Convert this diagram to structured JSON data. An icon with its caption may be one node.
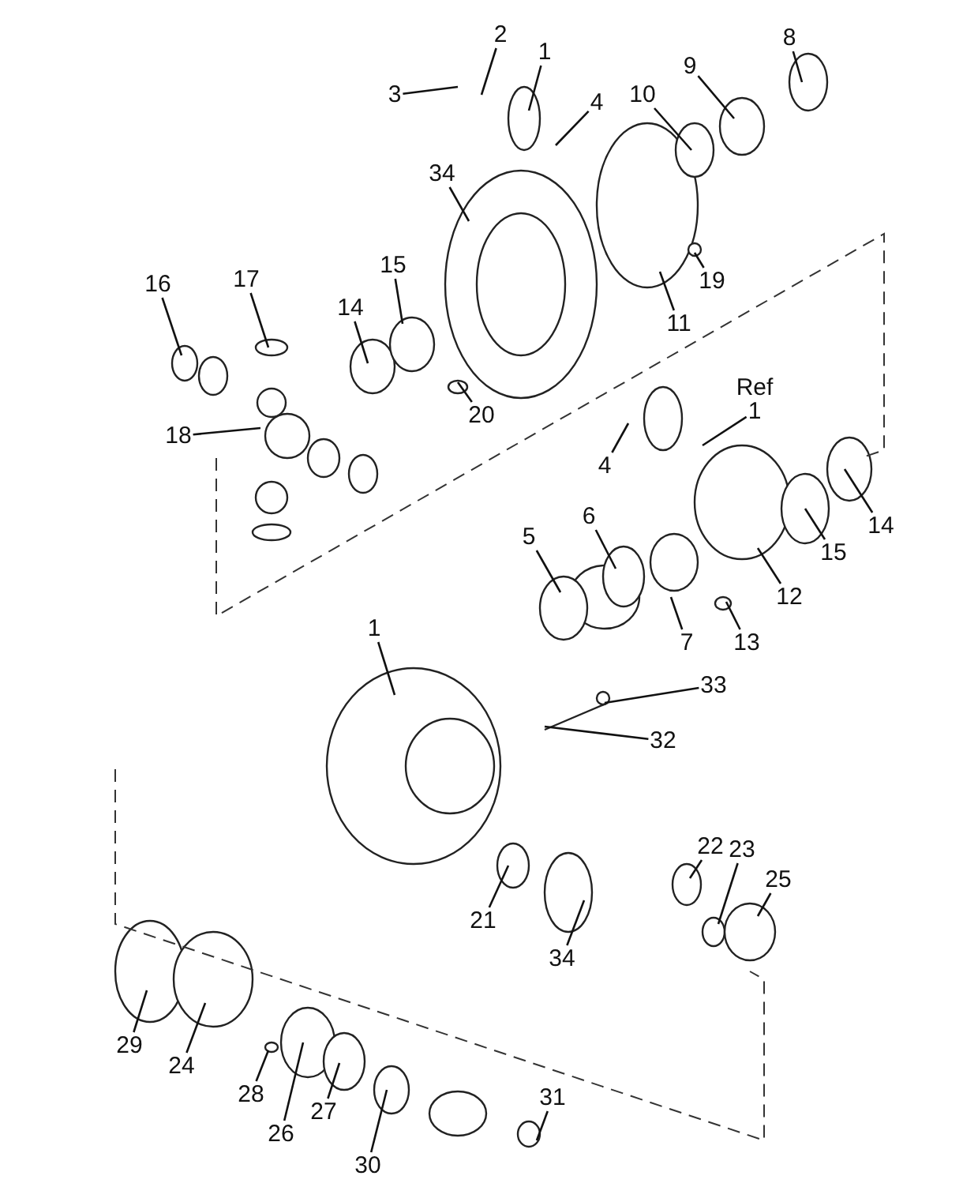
{
  "diagram": {
    "nodes": [
      {
        "text": [
          "3"
        ]
      },
      {
        "text": [
          "2"
        ]
      },
      {
        "text": [
          "1"
        ]
      },
      {
        "text": [
          "4"
        ]
      },
      {
        "text": [
          "10"
        ]
      },
      {
        "text": [
          "9"
        ]
      },
      {
        "text": [
          "8"
        ]
      },
      {
        "text": [
          "34"
        ]
      },
      {
        "text": [
          "16"
        ]
      },
      {
        "text": [
          "17"
        ]
      },
      {
        "text": [
          "14"
        ]
      },
      {
        "text": [
          "15"
        ]
      },
      {
        "text": [
          "19"
        ]
      },
      {
        "text": [
          "11"
        ]
      },
      {
        "text": [
          "18"
        ]
      },
      {
        "text": [
          "20"
        ]
      },
      {
        "text": [
          "1"
        ],
        "beside": [
          "Ref"
        ]
      },
      {
        "text": [
          "4"
        ]
      },
      {
        "text": [
          "14"
        ]
      },
      {
        "text": [
          "15"
        ]
      },
      {
        "text": [
          "12"
        ]
      },
      {
        "text": [
          "5"
        ]
      },
      {
        "text": [
          "6"
        ]
      },
      {
        "text": [
          "7"
        ]
      },
      {
        "text": [
          "13"
        ]
      },
      {
        "text": [
          "1"
        ]
      },
      {
        "text": [
          "33"
        ]
      },
      {
        "text": [
          "32"
        ]
      },
      {
        "text": [
          "21"
        ]
      },
      {
        "text": [
          "34"
        ]
      },
      {
        "text": [
          "22"
        ]
      },
      {
        "text": [
          "23"
        ]
      },
      {
        "text": [
          "25"
        ]
      },
      {
        "text": [
          "29"
        ]
      },
      {
        "text": [
          "24"
        ]
      },
      {
        "text": [
          "28"
        ]
      },
      {
        "text": [
          "26"
        ]
      },
      {
        "text": [
          "27"
        ]
      },
      {
        "text": [
          "30"
        ]
      },
      {
        "text": [
          "31"
        ]
      }
    ],
    "edges": [
      {
        "from": 0,
        "to": null,
        "arrow": "none"
      },
      {
        "from": 1,
        "to": null,
        "arrow": "none"
      },
      {
        "from": 2,
        "to": null,
        "arrow": "none"
      },
      {
        "from": 3,
        "to": null,
        "arrow": "none"
      },
      {
        "from": 4,
        "to": null,
        "arrow": "none"
      },
      {
        "from": 5,
        "to": null,
        "arrow": "none"
      },
      {
        "from": 6,
        "to": null,
        "arrow": "none"
      },
      {
        "from": 7,
        "to": null,
        "arrow": "none"
      },
      {
        "from": 8,
        "to": null,
        "arrow": "none"
      },
      {
        "from": 9,
        "to": null,
        "arrow": "none"
      },
      {
        "from": 10,
        "to": null,
        "arrow": "none"
      },
      {
        "from": 11,
        "to": null,
        "arrow": "none"
      },
      {
        "from": 12,
        "to": null,
        "arrow": "none"
      },
      {
        "from": 13,
        "to": null,
        "arrow": "none"
      },
      {
        "from": 14,
        "to": null,
        "arrow": "none"
      },
      {
        "from": 15,
        "to": null,
        "arrow": "none"
      },
      {
        "from": 16,
        "to": null,
        "arrow": "none"
      },
      {
        "from": 17,
        "to": null,
        "arrow": "none"
      },
      {
        "from": 18,
        "to": null,
        "arrow": "none"
      },
      {
        "from": 19,
        "to": null,
        "arrow": "none"
      },
      {
        "from": 20,
        "to": null,
        "arrow": "none"
      },
      {
        "from": 21,
        "to": null,
        "arrow": "none"
      },
      {
        "from": 22,
        "to": null,
        "arrow": "none"
      },
      {
        "from": 23,
        "to": null,
        "arrow": "none"
      },
      {
        "from": 24,
        "to": null,
        "arrow": "none"
      },
      {
        "from": 25,
        "to": null,
        "arrow": "none"
      },
      {
        "from": 26,
        "to": null,
        "arrow": "none"
      },
      {
        "from": 27,
        "to": null,
        "arrow": "none"
      },
      {
        "from": 28,
        "to": null,
        "arrow": "none"
      },
      {
        "from": 29,
        "to": null,
        "arrow": "none"
      },
      {
        "from": 30,
        "to": null,
        "arrow": "none"
      },
      {
        "from": 31,
        "to": null,
        "arrow": "none"
      },
      {
        "from": 32,
        "to": null,
        "arrow": "none"
      },
      {
        "from": 33,
        "to": null,
        "arrow": "none"
      },
      {
        "from": 34,
        "to": null,
        "arrow": "none"
      },
      {
        "from": 35,
        "to": null,
        "arrow": "none"
      },
      {
        "from": 36,
        "to": null,
        "arrow": "none"
      },
      {
        "from": 37,
        "to": null,
        "arrow": "none"
      },
      {
        "from": 38,
        "to": null,
        "arrow": "none"
      },
      {
        "from": 39,
        "to": null,
        "arrow": "none"
      }
    ]
  }
}
